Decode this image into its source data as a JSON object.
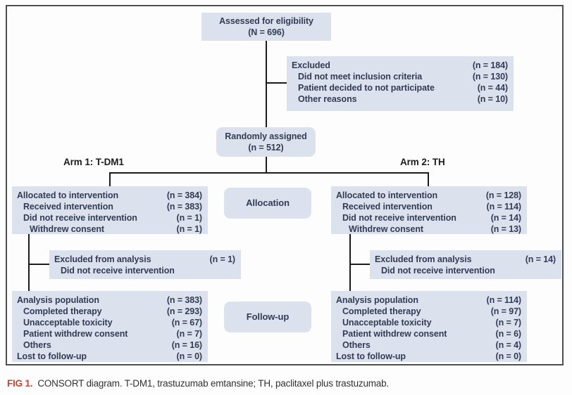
{
  "figure": {
    "caption_label": "FIG 1.",
    "caption_text": "CONSORT diagram. T-DM1, trastuzumab emtansine; TH, paclitaxel plus trastuzumab."
  },
  "colors": {
    "box_fill": "#dbe2ee",
    "box_text": "#333c55",
    "line": "#1b1b1b",
    "caption_label": "#d0402a",
    "caption_text": "#333333",
    "frame_border": "#4f4f4f"
  },
  "nodes": {
    "eligibility": {
      "line1": "Assessed for eligibility",
      "line2": "(N = 696)"
    },
    "excluded": {
      "rows": [
        {
          "label": "Excluded",
          "value": "(n = 184)",
          "indent": 0
        },
        {
          "label": "Did not meet inclusion criteria",
          "value": "(n = 130)",
          "indent": 1
        },
        {
          "label": "Patient decided to not participate",
          "value": "(n = 44)",
          "indent": 1
        },
        {
          "label": "Other reasons",
          "value": "(n = 10)",
          "indent": 1
        }
      ]
    },
    "randomized": {
      "line1": "Randomly assigned",
      "line2": "(n = 512)"
    },
    "arm1_label": "Arm 1: T-DM1",
    "arm2_label": "Arm 2: TH",
    "allocation_stage": "Allocation",
    "followup_stage": "Follow-up",
    "alloc_left": {
      "rows": [
        {
          "label": "Allocated to intervention",
          "value": "(n = 384)",
          "indent": 0
        },
        {
          "label": "Received intervention",
          "value": "(n = 383)",
          "indent": 1
        },
        {
          "label": "Did not receive intervention",
          "value": "(n = 1)",
          "indent": 1
        },
        {
          "label": "Withdrew consent",
          "value": "(n = 1)",
          "indent": 2
        }
      ]
    },
    "alloc_right": {
      "rows": [
        {
          "label": "Allocated to intervention",
          "value": "(n = 128)",
          "indent": 0
        },
        {
          "label": "Received intervention",
          "value": "(n = 114)",
          "indent": 1
        },
        {
          "label": "Did not receive intervention",
          "value": "(n = 14)",
          "indent": 1
        },
        {
          "label": "Withdrew consent",
          "value": "(n = 13)",
          "indent": 2
        }
      ]
    },
    "excl_left": {
      "rows": [
        {
          "label": "Excluded from analysis",
          "value": "(n = 1)",
          "indent": 0
        },
        {
          "label": "Did not receive intervention",
          "value": "",
          "indent": 1
        }
      ]
    },
    "excl_right": {
      "rows": [
        {
          "label": "Excluded from analysis",
          "value": "(n = 14)",
          "indent": 0
        },
        {
          "label": "Did not receive intervention",
          "value": "",
          "indent": 1
        }
      ]
    },
    "analysis_left": {
      "rows": [
        {
          "label": "Analysis population",
          "value": "(n = 383)",
          "indent": 0
        },
        {
          "label": "Completed therapy",
          "value": "(n = 293)",
          "indent": 1
        },
        {
          "label": "Unacceptable toxicity",
          "value": "(n = 67)",
          "indent": 1
        },
        {
          "label": "Patient withdrew consent",
          "value": "(n = 7)",
          "indent": 1
        },
        {
          "label": "Others",
          "value": "(n = 16)",
          "indent": 1
        },
        {
          "label": "Lost to follow-up",
          "value": "(n = 0)",
          "indent": 0
        }
      ]
    },
    "analysis_right": {
      "rows": [
        {
          "label": "Analysis population",
          "value": "(n = 114)",
          "indent": 0
        },
        {
          "label": "Completed therapy",
          "value": "(n = 97)",
          "indent": 1
        },
        {
          "label": "Unacceptable toxicity",
          "value": "(n = 7)",
          "indent": 1
        },
        {
          "label": "Patient withdrew consent",
          "value": "(n = 6)",
          "indent": 1
        },
        {
          "label": "Others",
          "value": "(n = 4)",
          "indent": 1
        },
        {
          "label": "Lost to follow-up",
          "value": "(n = 0)",
          "indent": 0
        }
      ]
    }
  }
}
